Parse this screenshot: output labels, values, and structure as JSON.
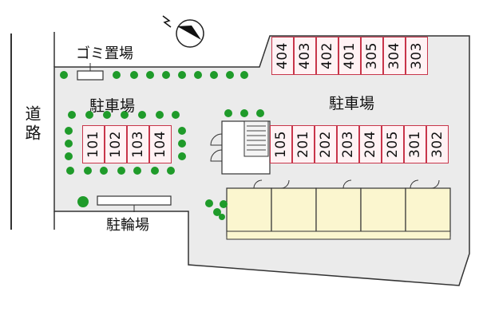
{
  "labels": {
    "road": "道路",
    "garbage": "ゴミ置場",
    "parking_left": "駐車場",
    "parking_right": "駐車場",
    "bicycle": "駐輪場"
  },
  "parking": {
    "top_row": [
      "404",
      "403",
      "402",
      "401",
      "305",
      "304",
      "303"
    ],
    "middle_row": [
      "105",
      "201",
      "202",
      "203",
      "204",
      "205",
      "301",
      "302"
    ],
    "left_row": [
      "101",
      "102",
      "103",
      "104"
    ]
  },
  "icons": {
    "compass": "north-arrow-compass-icon",
    "tree": "tree-icon"
  },
  "colors": {
    "lot": "#ebebeb",
    "outline": "#333333",
    "stall_border": "#c8354a",
    "stall_fill": "#fff2f4",
    "building": "#fbf6cf",
    "tree": "#1f9b2a"
  }
}
